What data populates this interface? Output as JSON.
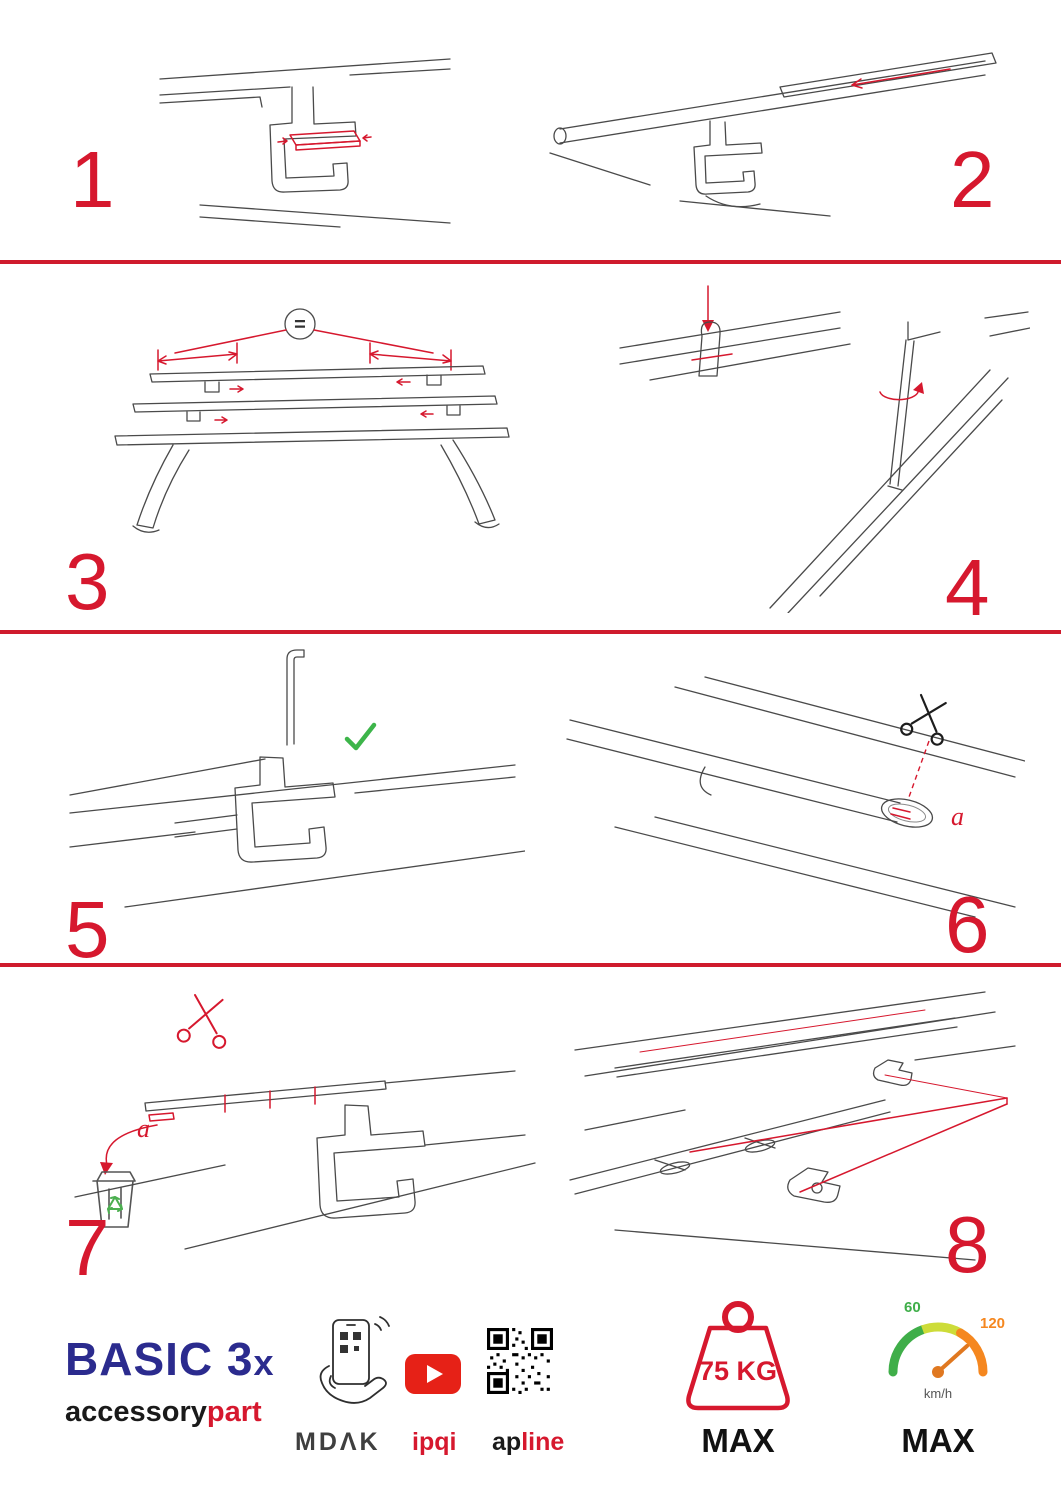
{
  "steps": [
    {
      "number": "1"
    },
    {
      "number": "2"
    },
    {
      "number": "3"
    },
    {
      "number": "4"
    },
    {
      "number": "5"
    },
    {
      "number": "6"
    },
    {
      "number": "7"
    },
    {
      "number": "8"
    }
  ],
  "diagram_labels": {
    "equal": "=",
    "a6": "a",
    "a7": "a"
  },
  "footer": {
    "logo_main": "BASIC 3",
    "logo_suffix": "x",
    "wordmark_black": "accessory",
    "wordmark_red": "part",
    "brand_mdak": "MDΛK",
    "brand_ipqi": "ipqi",
    "brand_apline_black": "ap",
    "brand_apline_red": "line",
    "weight_label": "75 KG",
    "weight_max_label": "MAX",
    "speed_low": "60",
    "speed_high": "120",
    "speed_unit": "km/h",
    "speed_max_label": "MAX"
  },
  "colors": {
    "accent_red": "#d6182e",
    "divider_red": "#cf1b2d",
    "logo_navy": "#2b2b8e",
    "youtube_red": "#e62117",
    "check_green": "#3db54a",
    "speed_green": "#3fae49",
    "speed_yellow": "#cddc39",
    "speed_orange": "#f5871f"
  }
}
